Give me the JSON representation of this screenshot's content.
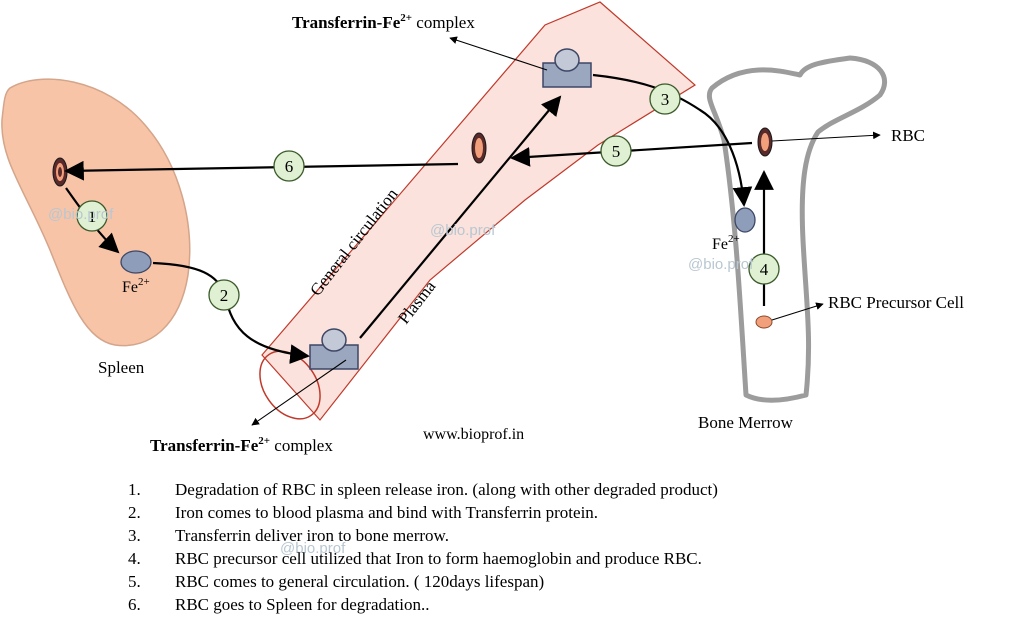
{
  "labels": {
    "transferrin_top_bold": "Transferrin-Fe",
    "transferrin_top_sup": "2+",
    "transferrin_top_rest": " complex",
    "transferrin_bottom_bold": "Transferrin-Fe",
    "transferrin_bottom_sup": "2+",
    "transferrin_bottom_rest": " complex",
    "rbc": "RBC",
    "rbc_precursor": "RBC Precursor Cell",
    "spleen": "Spleen",
    "bone_marrow": "Bone Merrow",
    "general_circulation": "General circulation",
    "plasma": "Plasma",
    "website": "www.bioprof.in",
    "fe_spleen_base": "Fe",
    "fe_spleen_sup": "2+",
    "fe_bone_base": "Fe",
    "fe_bone_sup": "2+"
  },
  "watermark": "@bio.prof",
  "step_markers": [
    "1",
    "2",
    "3",
    "4",
    "5",
    "6"
  ],
  "steps": [
    {
      "num": "1.",
      "text": "Degradation of RBC in spleen release iron. (along with other degraded product)"
    },
    {
      "num": "2.",
      "text": "Iron comes to blood plasma and bind with Transferrin protein."
    },
    {
      "num": "3.",
      "text": "Transferrin deliver iron to bone merrow."
    },
    {
      "num": "4.",
      "text": "RBC precursor cell utilized that Iron to form haemoglobin and produce RBC."
    },
    {
      "num": "5.",
      "text": "RBC comes to general circulation. ( 120days lifespan)"
    },
    {
      "num": "6.",
      "text": "RBC goes to Spleen for degradation.."
    }
  ],
  "colors": {
    "spleen_fill": "#f7c4a8",
    "vessel_fill": "#fbe2dc",
    "vessel_outline": "#c0392b",
    "bone_outline": "#9c9c9c",
    "marker_fill": "#e0f0d2",
    "marker_outline": "#3a5a2a",
    "iron_fill": "#8e9db9",
    "transferrin_fill": "#9ba6bf",
    "rbc_fill": "#f2a07c"
  }
}
